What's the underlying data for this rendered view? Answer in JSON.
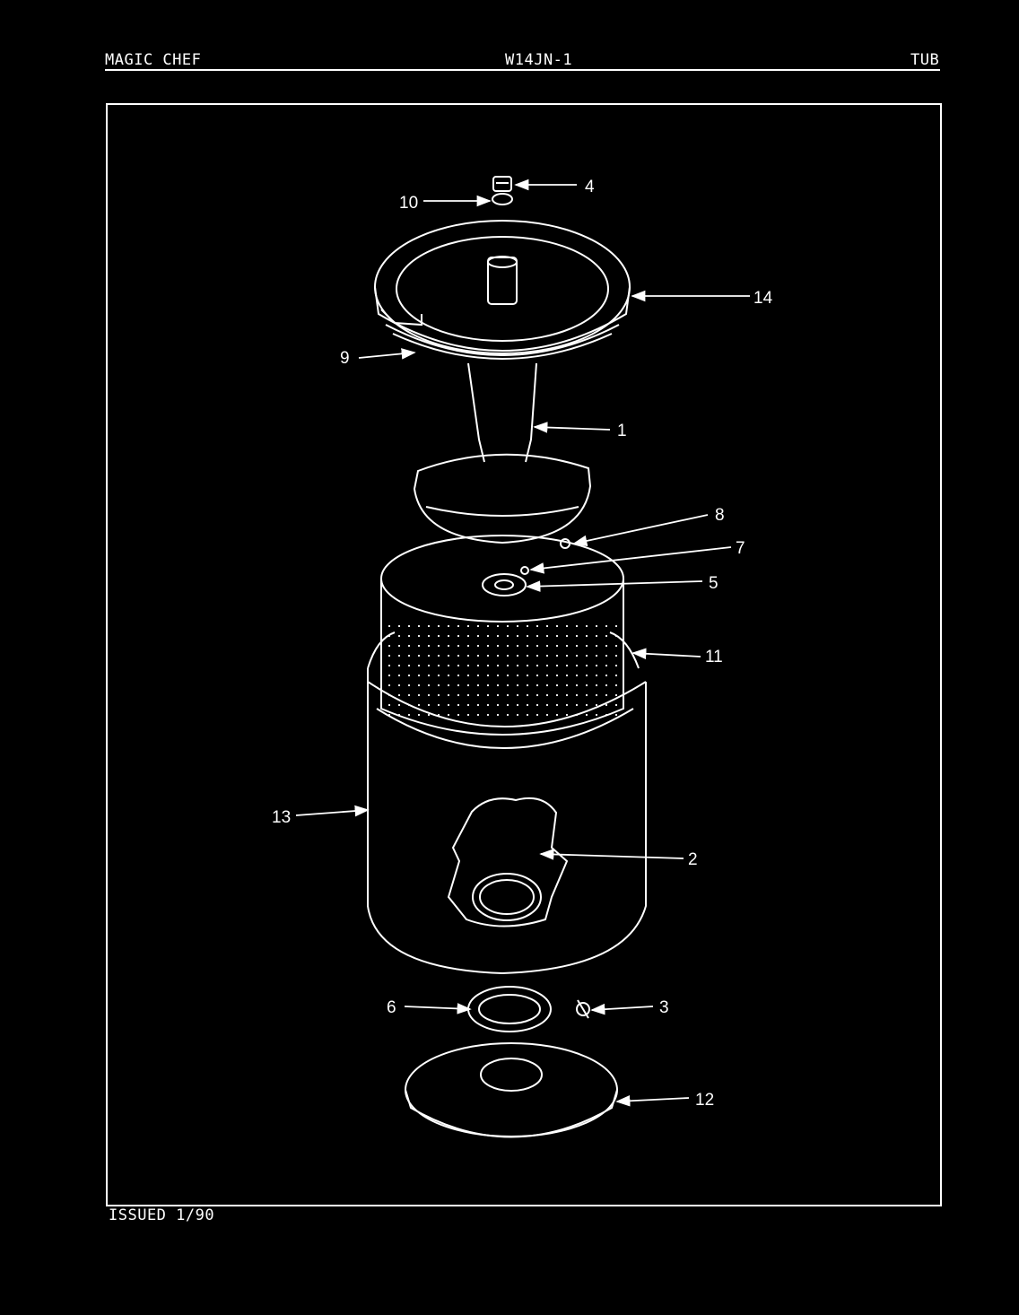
{
  "header": {
    "brand": "MAGIC CHEF",
    "model": "W14JN-1",
    "section": "TUB"
  },
  "footer": {
    "issued": "ISSUED 1/90"
  },
  "callouts": [
    "4",
    "10",
    "14",
    "9",
    "1",
    "8",
    "7",
    "5",
    "11",
    "13",
    "2",
    "6",
    "3",
    "12"
  ],
  "colors": {
    "background": "#000000",
    "line": "#ffffff"
  }
}
